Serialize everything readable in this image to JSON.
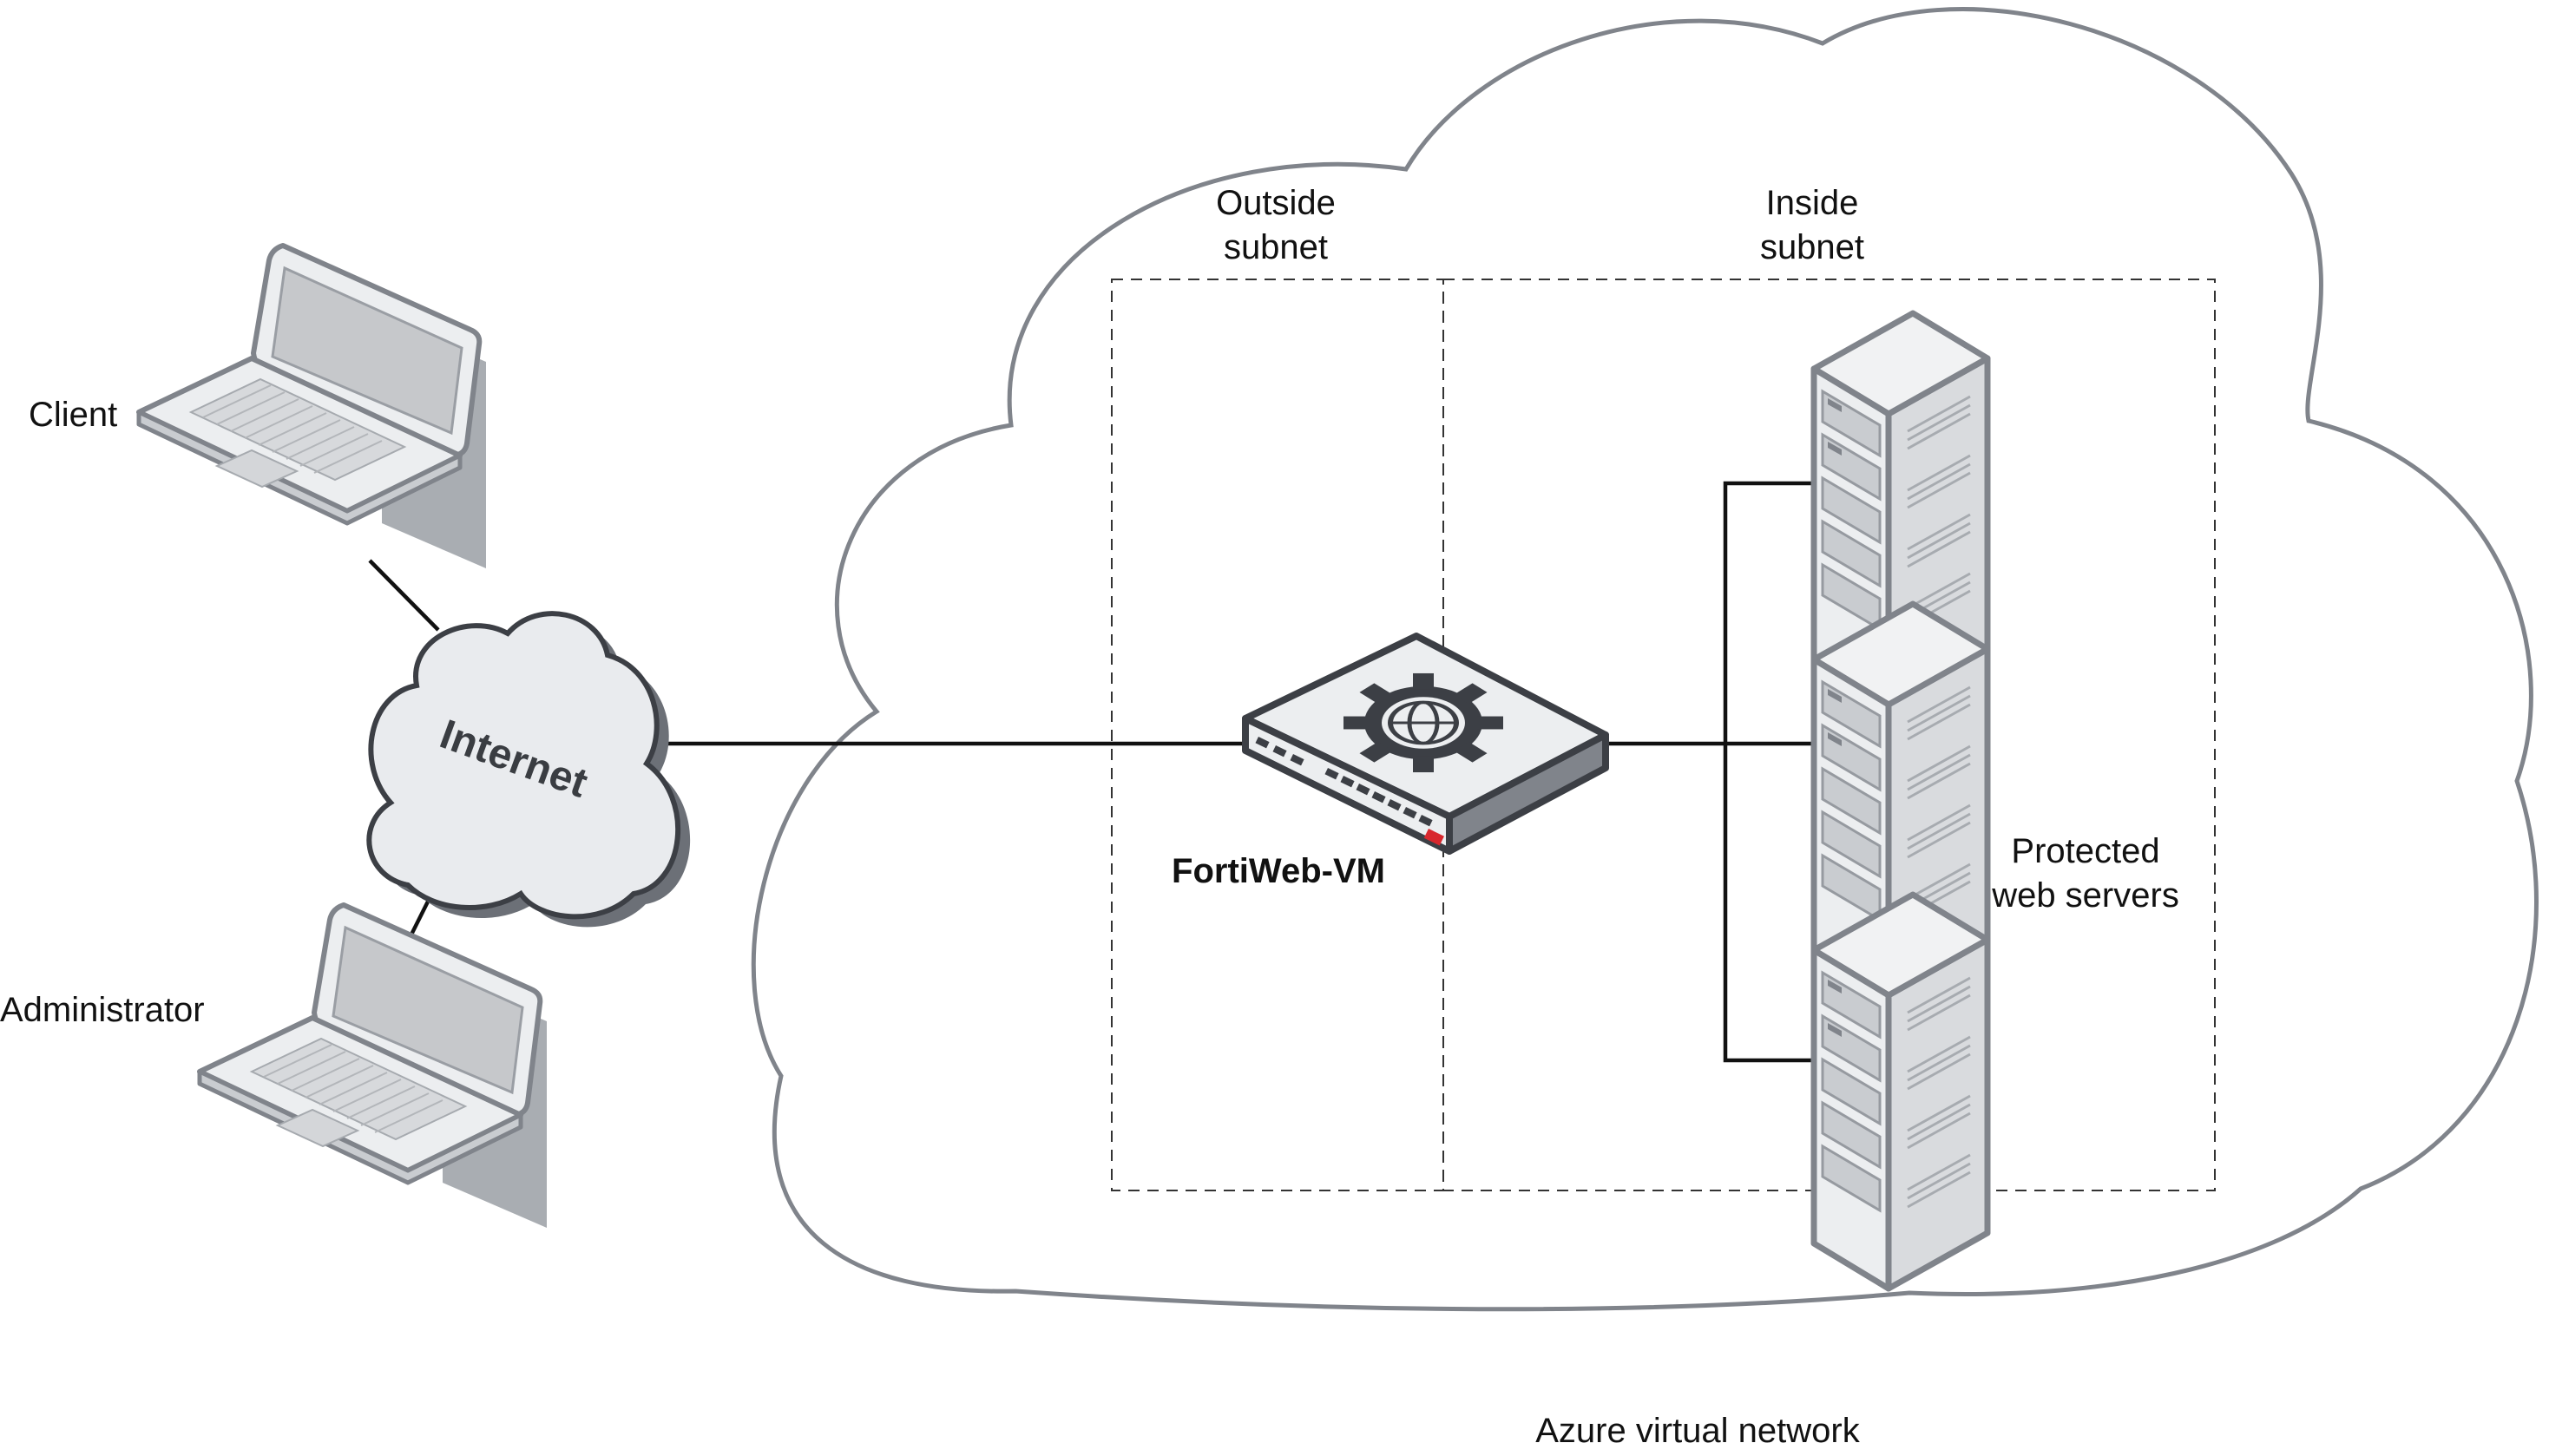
{
  "labels": {
    "client": "Client",
    "administrator": "Administrator",
    "internet": "Internet",
    "outside_subnet_line1": "Outside",
    "outside_subnet_line2": "subnet",
    "inside_subnet_line1": "Inside",
    "inside_subnet_line2": "subnet",
    "fortiweb": "FortiWeb-VM",
    "protected_line1": "Protected",
    "protected_line2": "web servers",
    "azure": "Azure virtual network"
  },
  "icons": {
    "client": "laptop-icon",
    "administrator": "laptop-icon",
    "internet": "cloud-icon",
    "fortiweb": "firewall-appliance-icon",
    "servers": "server-tower-icon"
  },
  "colors": {
    "outline": "#80848b",
    "device_fill": "#eceef0",
    "line": "#111111"
  }
}
